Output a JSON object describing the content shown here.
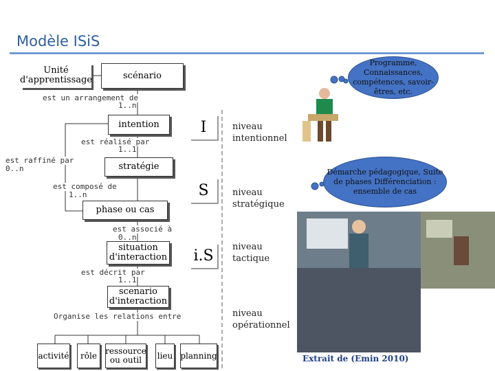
{
  "slide": {
    "title": "Modèle ISiS",
    "credit": "Extrait de (Emin 2010)"
  },
  "boxes": {
    "unite": "Unité d'apprentissage",
    "scenario": "scénario",
    "intention": "intention",
    "strategie": "stratégie",
    "phase": "phase ou cas",
    "situation": "situation d'interaction",
    "scenario_interaction": "scenario d'interaction"
  },
  "relations": {
    "arrangement": "est un arrangement de",
    "arrangement_card": "1..n",
    "realise": "est réalisé par",
    "realise_card": "1..1",
    "raffine": "est raffiné par",
    "raffine_card": "0..n",
    "compose": "est composé de",
    "compose_card": "1..n",
    "associe": "est associé à",
    "associe_card": "0..n",
    "decrit": "est décrit par",
    "decrit_card": "1..1",
    "organise": "Organise les relations entre"
  },
  "attributes": [
    "activité",
    "rôle",
    "ressource ou outil",
    "lieu",
    "planning"
  ],
  "levels": [
    {
      "letter": "I",
      "label": "niveau intentionnel"
    },
    {
      "letter": "S",
      "label": "niveau stratégique"
    },
    {
      "letter": "i.S",
      "label": "niveau tactique"
    },
    {
      "letter": "",
      "label": "niveau opérationnel"
    }
  ],
  "bubbles": {
    "programme": "Programme, Connaissances, compétences, savoir-êtres, etc.",
    "demarche": "Démarche pédagogique, Suite de phases Différenciation : ensemble de cas"
  },
  "colors": {
    "title": "#2e5fa0",
    "bubble": "#4472c4",
    "credit": "#1f3f86"
  }
}
